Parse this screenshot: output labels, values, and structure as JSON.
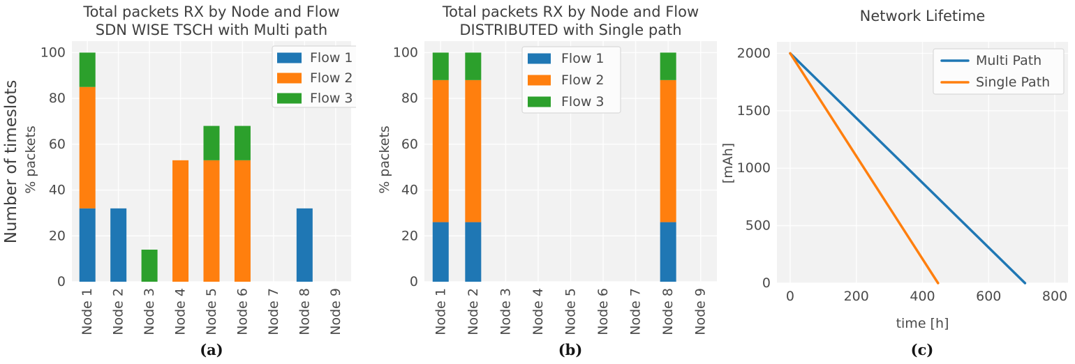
{
  "style": {
    "plot_bg": "#f2f2f2",
    "grid_color": "#ffffff",
    "text_color": "#4a4a4a",
    "title_color": "#3e3e3e",
    "legend_bg": "#fcfcfc",
    "legend_border": "#d9d9d9",
    "flow1_blue": "#1f77b4",
    "flow2_orange": "#ff7f0e",
    "flow3_green": "#2ca02c"
  },
  "chart_data": [
    {
      "id": "a",
      "type": "bar",
      "stacked": true,
      "title_lines": [
        "Total packets RX by Node and Flow",
        "SDN WISE TSCH with Multi path"
      ],
      "ylabel_outer": "Number of timeslots",
      "ylabel": "% packets",
      "xlabel": "",
      "categories": [
        "Node 1",
        "Node 2",
        "Node 3",
        "Node 4",
        "Node 5",
        "Node 6",
        "Node 7",
        "Node 8",
        "Node 9"
      ],
      "series": [
        {
          "name": "Flow 1",
          "color": "#1f77b4",
          "values": [
            32,
            32,
            0,
            0,
            0,
            0,
            0,
            32,
            0
          ]
        },
        {
          "name": "Flow 2",
          "color": "#ff7f0e",
          "values": [
            53,
            0,
            0,
            53,
            53,
            53,
            0,
            0,
            0
          ]
        },
        {
          "name": "Flow 3",
          "color": "#2ca02c",
          "values": [
            15,
            0,
            14,
            0,
            15,
            15,
            0,
            0,
            0
          ]
        }
      ],
      "ylim": [
        0,
        105
      ],
      "yticks": [
        0,
        20,
        40,
        60,
        80,
        100
      ],
      "grid": true,
      "legend_position": "upper right",
      "caption": "(a)"
    },
    {
      "id": "b",
      "type": "bar",
      "stacked": true,
      "title_lines": [
        "Total packets RX by Node and Flow",
        "DISTRIBUTED with Single path"
      ],
      "ylabel": "% packets",
      "xlabel": "",
      "categories": [
        "Node 1",
        "Node 2",
        "Node 3",
        "Node 4",
        "Node 5",
        "Node 6",
        "Node 7",
        "Node 8",
        "Node 9"
      ],
      "series": [
        {
          "name": "Flow 1",
          "color": "#1f77b4",
          "values": [
            26,
            26,
            0,
            0,
            0,
            0,
            0,
            26,
            0
          ]
        },
        {
          "name": "Flow 2",
          "color": "#ff7f0e",
          "values": [
            62,
            62,
            0,
            0,
            0,
            0,
            0,
            62,
            0
          ]
        },
        {
          "name": "Flow 3",
          "color": "#2ca02c",
          "values": [
            12,
            12,
            0,
            0,
            0,
            0,
            0,
            12,
            0
          ]
        }
      ],
      "ylim": [
        0,
        105
      ],
      "yticks": [
        0,
        20,
        40,
        60,
        80,
        100
      ],
      "grid": true,
      "legend_position": "upper center",
      "caption": "(b)"
    },
    {
      "id": "c",
      "type": "line",
      "title_lines": [
        "Network Lifetime"
      ],
      "ylabel": "[mAh]",
      "xlabel": "time [h]",
      "xlim": [
        -40,
        840
      ],
      "ylim": [
        0,
        2100
      ],
      "xticks": [
        0,
        200,
        400,
        600,
        800
      ],
      "yticks": [
        0,
        500,
        1000,
        1500,
        2000
      ],
      "grid": true,
      "series": [
        {
          "name": "Multi Path",
          "color": "#1f77b4",
          "points": [
            [
              0,
              2000
            ],
            [
              710,
              0
            ]
          ]
        },
        {
          "name": "Single Path",
          "color": "#ff7f0e",
          "points": [
            [
              0,
              2000
            ],
            [
              447,
              0
            ]
          ]
        }
      ],
      "legend_position": "upper right",
      "caption": "(c)"
    }
  ]
}
